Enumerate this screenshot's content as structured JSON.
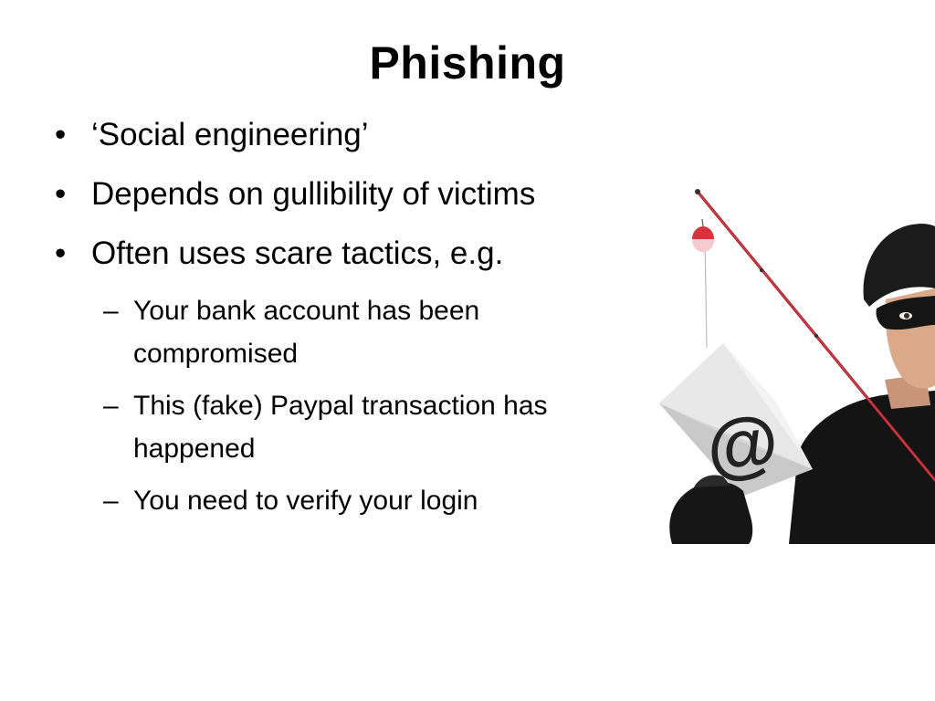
{
  "slide": {
    "title": "Phishing",
    "bullets": [
      {
        "marker": "•",
        "text": "‘Social engineering’"
      },
      {
        "marker": "•",
        "text": "Depends on gullibility of victims"
      },
      {
        "marker": "•",
        "text": "Often uses scare tactics, e.g."
      }
    ],
    "sub_bullets": [
      {
        "marker": "–",
        "text": "Your bank account has been compromised"
      },
      {
        "marker": "–",
        "text": "This (fake) Paypal transaction has happened"
      },
      {
        "marker": "–",
        "text": "You need to verify your login"
      }
    ],
    "illustration": {
      "envelope_symbol": "@",
      "icon": "phisher-with-fishing-rod-and-envelope",
      "colors": {
        "rod": "#b0202a",
        "bobber": "#d8323c",
        "envelope": "#d6d6d6",
        "clothing": "#141414",
        "skin": "#d9a98a"
      }
    }
  }
}
